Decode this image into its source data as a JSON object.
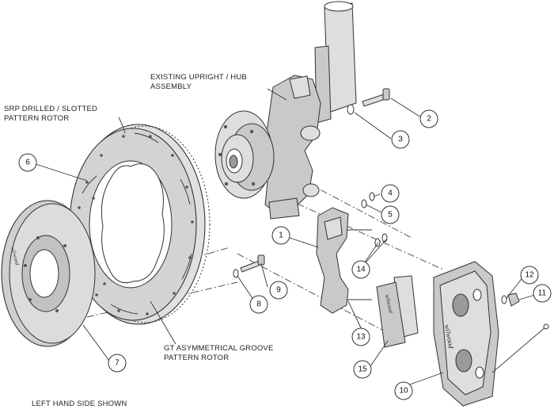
{
  "labels": {
    "upright_line1": "EXISTING UPRIGHT / HUB",
    "upright_line2": "ASSEMBLY",
    "srp_line1": "SRP DRILLED / SLOTTED",
    "srp_line2": "PATTERN ROTOR",
    "gt_line1": "GT ASYMMETRICAL GROOVE",
    "gt_line2": "PATTERN ROTOR",
    "footer": "LEFT HAND SIDE SHOWN"
  },
  "callouts": {
    "c1": "1",
    "c2": "2",
    "c3": "3",
    "c4": "4",
    "c5": "5",
    "c6": "6",
    "c7": "7",
    "c8": "8",
    "c9": "9",
    "c10": "10",
    "c11": "11",
    "c12": "12",
    "c13": "13",
    "c14": "14",
    "c15": "15"
  },
  "brand": "wilwood"
}
